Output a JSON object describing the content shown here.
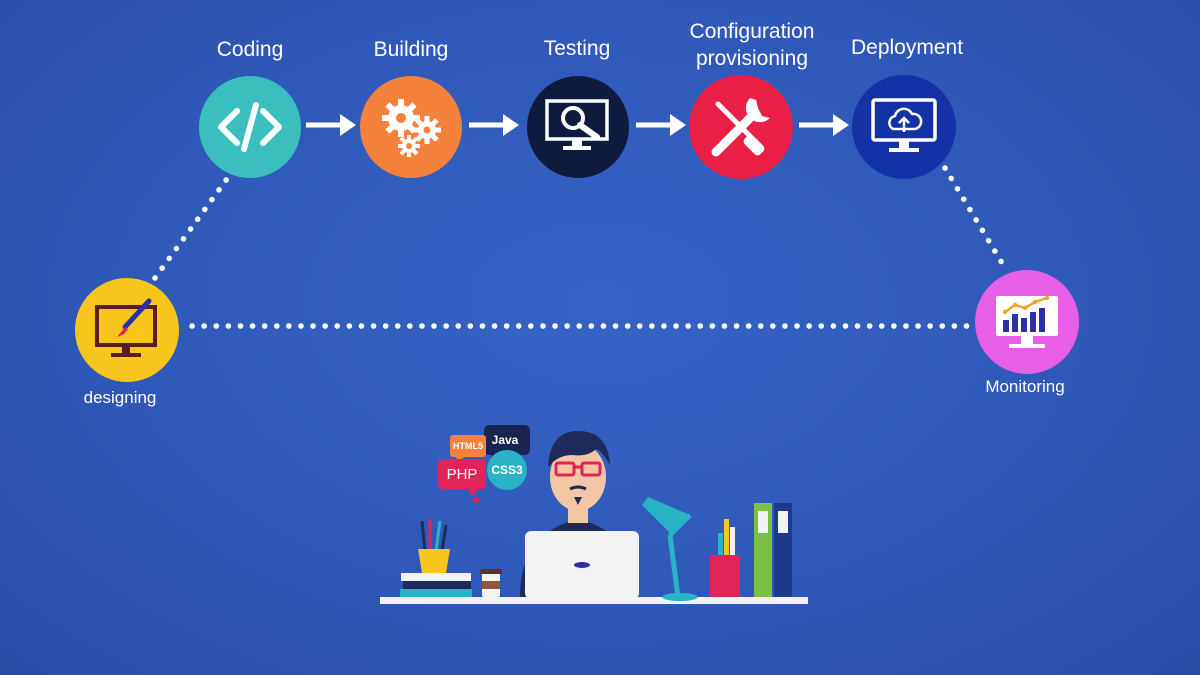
{
  "steps": [
    {
      "label": "Coding",
      "icon": "code-brackets-icon",
      "color": "#3bbfbe"
    },
    {
      "label": "Building",
      "icon": "gears-icon",
      "color": "#f4823c"
    },
    {
      "label": "Testing",
      "icon": "monitor-magnifier-icon",
      "color": "#0f1b3e"
    },
    {
      "label": "Configuration\nprovisioning",
      "icon": "wrench-screwdriver-icon",
      "color": "#ea1f45"
    },
    {
      "label": "Deployment",
      "icon": "cloud-monitor-icon",
      "color": "#1232a6"
    }
  ],
  "side_steps": {
    "designing": {
      "label": "designing",
      "icon": "monitor-brush-icon",
      "color": "#f7c51b"
    },
    "monitoring": {
      "label": "Monitoring",
      "icon": "bar-chart-monitor-icon",
      "color": "#e65fe6"
    }
  },
  "illustration": {
    "badges": {
      "html": "HTML5",
      "java": "Java",
      "php": "PHP",
      "css": "CSS3"
    }
  }
}
